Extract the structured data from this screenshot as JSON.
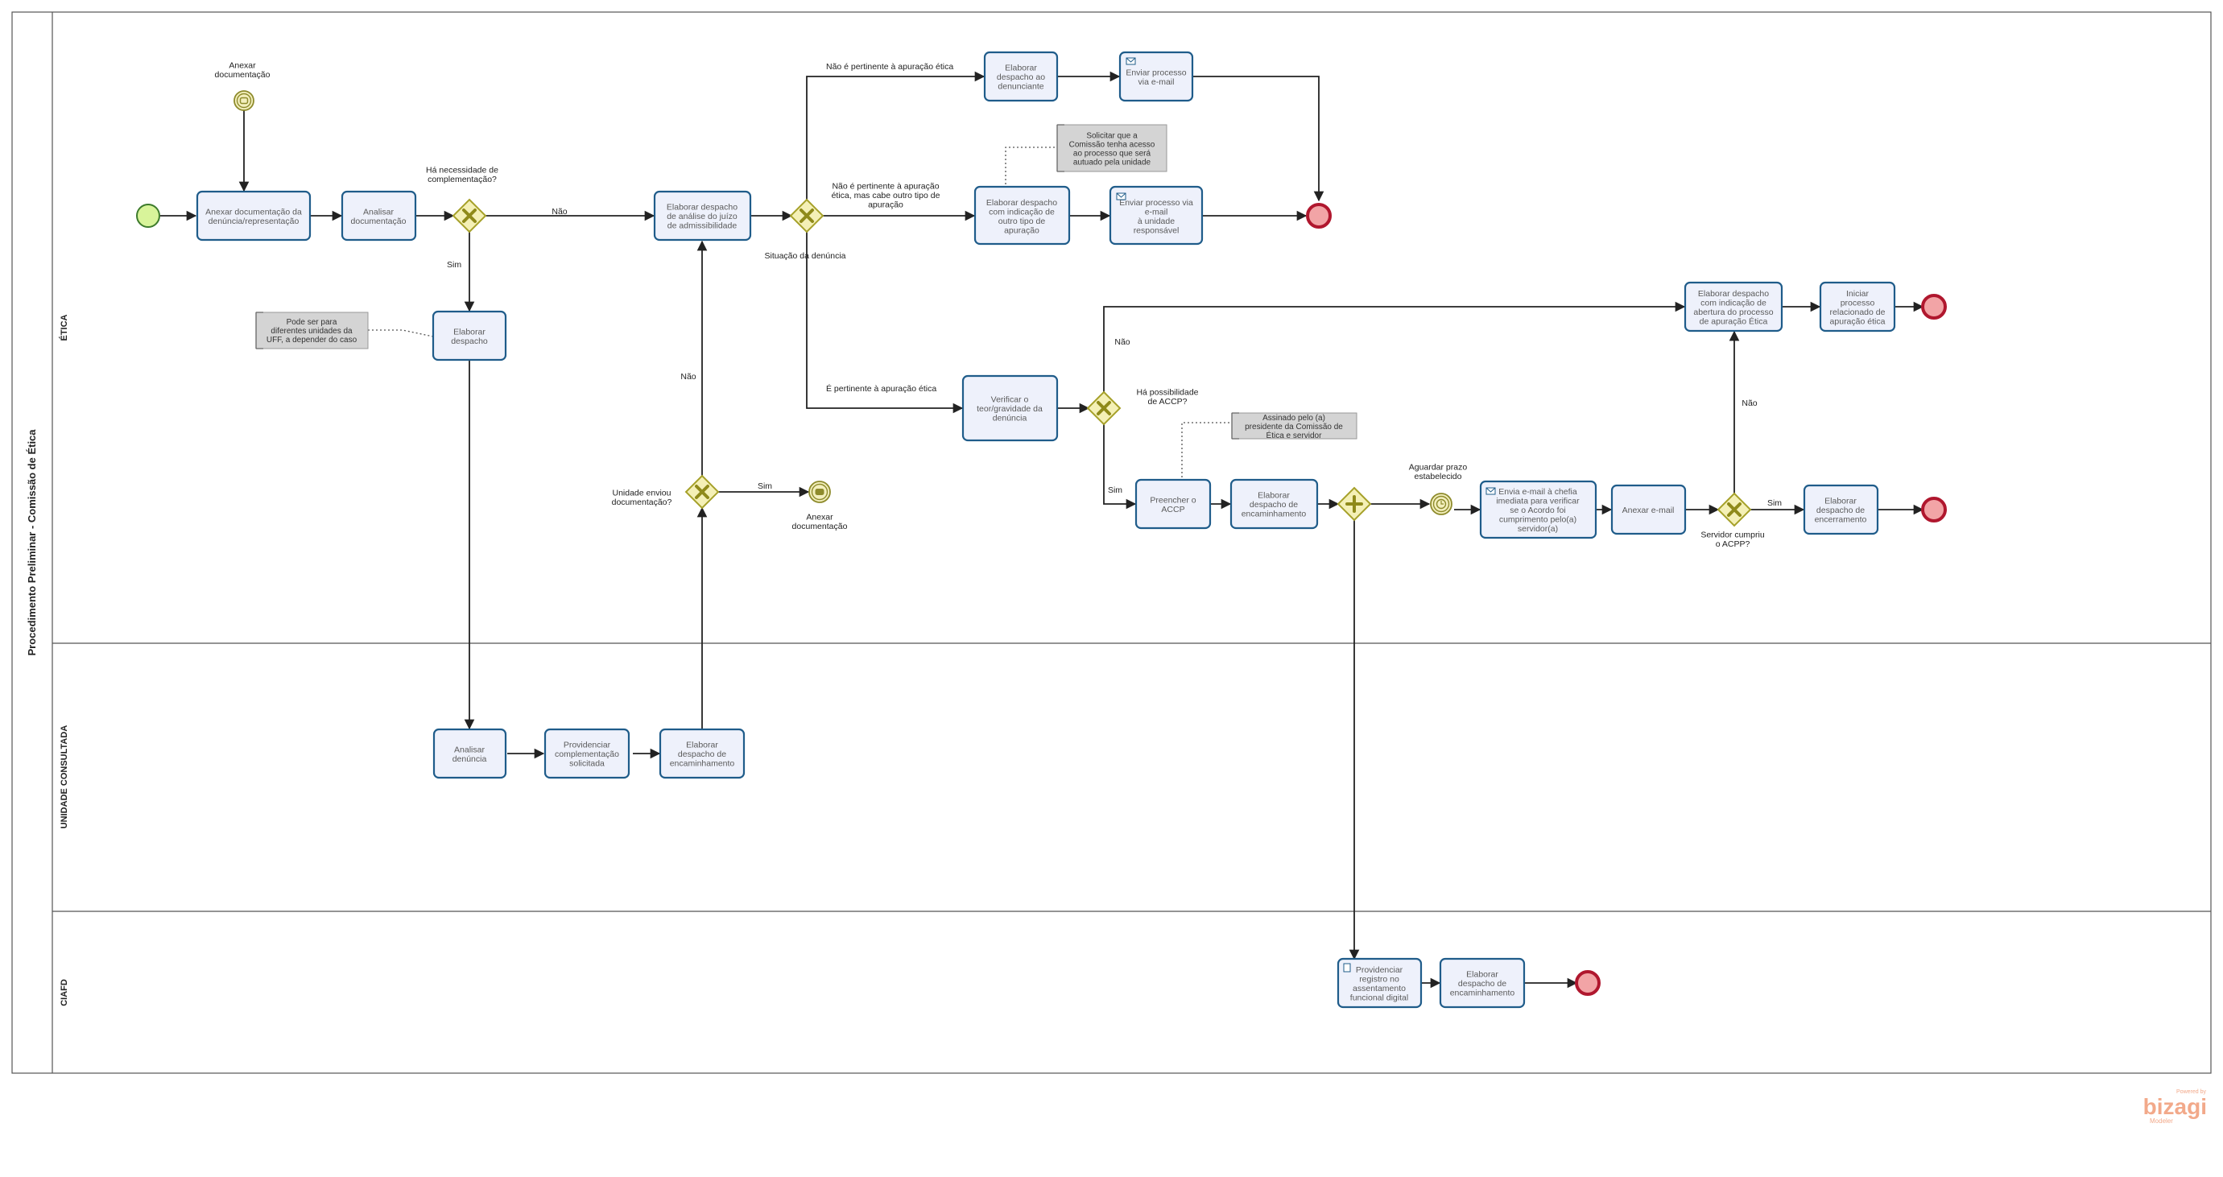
{
  "pool": {
    "title": "Procedimento Preliminar - Comissão de Ética"
  },
  "lanes": [
    "ÉTICA",
    "UNIDADE  CONSULTADA",
    "CIAFD"
  ],
  "tasks": [
    {
      "id": "t1",
      "lines": [
        "Anexar documentação da",
        "denúncia/representação"
      ]
    },
    {
      "id": "t2",
      "lines": [
        "Analisar",
        "documentação"
      ]
    },
    {
      "id": "t3",
      "lines": [
        "Elaborar",
        "despacho"
      ]
    },
    {
      "id": "t4",
      "lines": [
        "Elaborar despacho",
        "de análise do juízo",
        "de admissibilidade"
      ]
    },
    {
      "id": "t5",
      "lines": [
        "Elaborar",
        "despacho ao",
        "denunciante"
      ]
    },
    {
      "id": "t6",
      "lines": [
        "Enviar processo",
        "via e-mail"
      ]
    },
    {
      "id": "t7",
      "lines": [
        "Elaborar despacho",
        "com indicação de",
        "outro tipo de",
        "apuração"
      ]
    },
    {
      "id": "t8",
      "lines": [
        "Enviar processo via",
        "e-mail",
        "à unidade",
        "responsável"
      ]
    },
    {
      "id": "t9",
      "lines": [
        "Verificar o",
        "teor/gravidade da",
        "denúncia"
      ]
    },
    {
      "id": "t10",
      "lines": [
        "Elaborar despacho",
        "com indicação de",
        "abertura do processo",
        "de apuração Ética"
      ]
    },
    {
      "id": "t11",
      "lines": [
        "Iniciar",
        "processo",
        "relacionado de",
        "apuração ética"
      ]
    },
    {
      "id": "t12",
      "lines": [
        "Preencher o",
        "ACCP"
      ]
    },
    {
      "id": "t13",
      "lines": [
        "Elaborar",
        "despacho de",
        "encaminhamento"
      ]
    },
    {
      "id": "t14",
      "lines": [
        "Envia e-mail à chefia",
        "imediata para verificar",
        "se o Acordo foi",
        "cumprimento pelo(a)",
        "servidor(a)"
      ]
    },
    {
      "id": "t15",
      "lines": [
        "Anexar e-mail"
      ]
    },
    {
      "id": "t16",
      "lines": [
        "Elaborar",
        "despacho de",
        "encerramento"
      ]
    },
    {
      "id": "t17",
      "lines": [
        "Analisar",
        "denúncia"
      ]
    },
    {
      "id": "t18",
      "lines": [
        "Providenciar",
        "complementação",
        "solicitada"
      ]
    },
    {
      "id": "t19",
      "lines": [
        "Elaborar",
        "despacho de",
        "encaminhamento"
      ]
    },
    {
      "id": "t20",
      "lines": [
        "Providenciar",
        "registro no",
        "assentamento",
        "funcional digital"
      ]
    },
    {
      "id": "t21",
      "lines": [
        "Elaborar",
        "despacho de",
        "encaminhamento"
      ]
    }
  ],
  "labels": [
    {
      "id": "ev_anexar_top",
      "lines": [
        "Anexar",
        "documentação"
      ]
    },
    {
      "id": "gw1",
      "lines": [
        "Há necessidade de",
        "complementação?"
      ]
    },
    {
      "id": "flow_nao1",
      "lines": [
        "Não"
      ]
    },
    {
      "id": "flow_sim1",
      "lines": [
        "Sim"
      ]
    },
    {
      "id": "gw2",
      "lines": [
        "Situação da denúncia"
      ]
    },
    {
      "id": "flow_np",
      "lines": [
        "Não é pertinente à apuração ética"
      ]
    },
    {
      "id": "flow_np2",
      "lines": [
        "Não é pertinente à apuração",
        "ética, mas cabe outro tipo de",
        "apuração"
      ]
    },
    {
      "id": "flow_ep",
      "lines": [
        "É pertinente à apuração ética"
      ]
    },
    {
      "id": "flow_nao_up",
      "lines": [
        "Não"
      ]
    },
    {
      "id": "gw3",
      "lines": [
        "Unidade enviou",
        "documentação?"
      ]
    },
    {
      "id": "flow_sim3",
      "lines": [
        "Sim"
      ]
    },
    {
      "id": "ev_anexar_mid",
      "lines": [
        "Anexar",
        "documentação"
      ]
    },
    {
      "id": "gw4",
      "lines": [
        "Há possibilidade",
        "de ACCP?"
      ]
    },
    {
      "id": "flow_nao4",
      "lines": [
        "Não"
      ]
    },
    {
      "id": "flow_sim4",
      "lines": [
        "Sim"
      ]
    },
    {
      "id": "ev_timer",
      "lines": [
        "Aguardar prazo",
        "estabelecido"
      ]
    },
    {
      "id": "gw6",
      "lines": [
        "Servidor cumpriu",
        "o ACPP?"
      ]
    },
    {
      "id": "flow_nao6",
      "lines": [
        "Não"
      ]
    },
    {
      "id": "flow_sim6",
      "lines": [
        "Sim"
      ]
    }
  ],
  "notes": [
    {
      "id": "n1",
      "lines": [
        "Solicitar que a",
        "Comissão tenha acesso",
        "ao processo que será",
        "autuado pela unidade"
      ]
    },
    {
      "id": "n2",
      "lines": [
        "Pode ser para",
        "diferentes unidades da",
        "UFF, a depender do caso"
      ]
    },
    {
      "id": "n3",
      "lines": [
        "Assinado pelo (a)",
        "presidente da Comissão de",
        "Ética e servidor"
      ]
    }
  ],
  "brand": {
    "powered": "Powered by",
    "name": "bizagi",
    "product": "Modeler"
  }
}
